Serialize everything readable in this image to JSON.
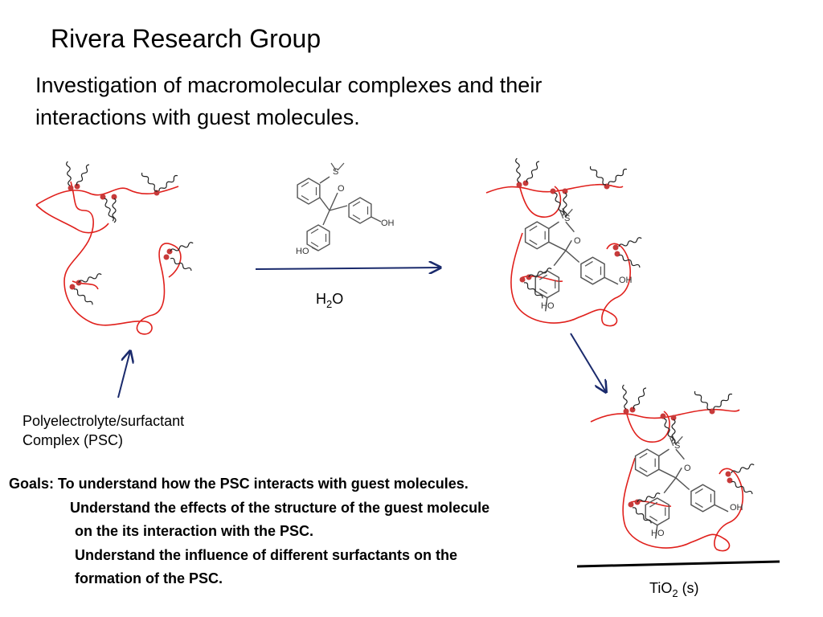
{
  "header": {
    "title": "Rivera Research Group",
    "subtitle_line1": "Investigation of macromolecular complexes and their",
    "subtitle_line2": "interactions with guest molecules."
  },
  "labels": {
    "psc_line1": "Polyelectrolyte/surfactant",
    "psc_line2": "Complex (PSC)",
    "water_main": "H",
    "water_sub": "2",
    "water_end": "O",
    "tio2_main": "TiO",
    "tio2_sub": "2",
    "tio2_end": " (s)"
  },
  "molecule": {
    "atom_s": "S",
    "atom_o": "O",
    "group_oh": "OH",
    "group_ho": "HO"
  },
  "goals": {
    "line1": "Goals:  To understand how the PSC interacts with guest molecules.",
    "line2": "Understand the effects of the structure of the guest molecule",
    "line3": "on the its interaction with the PSC.",
    "line4": "Understand the influence of different surfactants on the",
    "line5": "formation of the PSC."
  },
  "colors": {
    "polymer": "#e0201c",
    "headgroup": "#c83a3a",
    "arrow": "#1a2a6c",
    "ink": "#000000",
    "molecule": "#555555"
  }
}
